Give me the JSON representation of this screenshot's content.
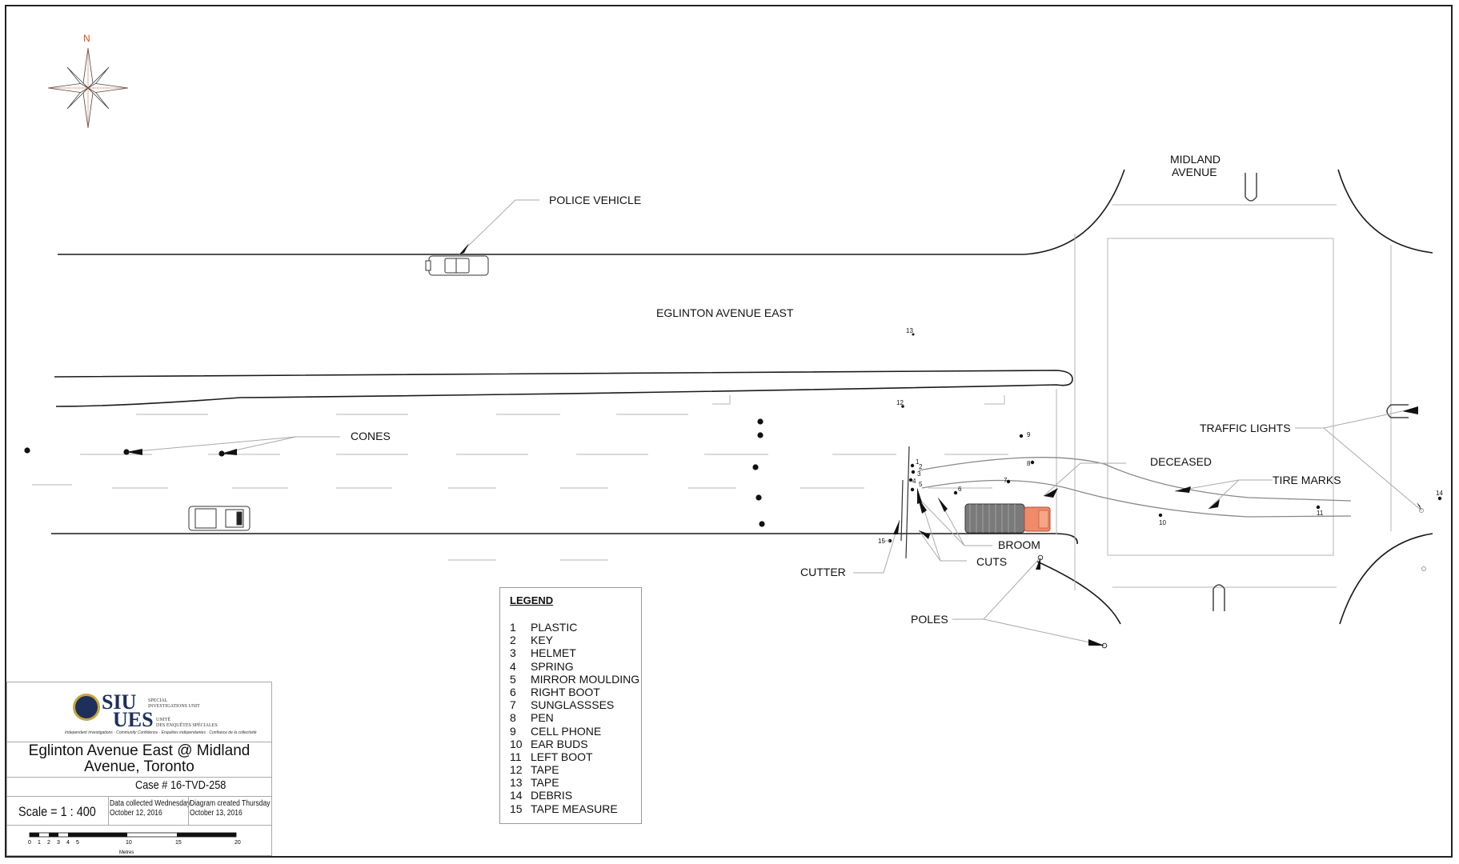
{
  "compass": {
    "north_label": "N"
  },
  "streets": {
    "main": "EGLINTON AVENUE EAST",
    "cross_line1": "MIDLAND",
    "cross_line2": "AVENUE"
  },
  "callouts": {
    "police_vehicle": "POLICE VEHICLE",
    "cones": "CONES",
    "deceased": "DECEASED",
    "tire_marks": "TIRE MARKS",
    "traffic_lights": "TRAFFIC LIGHTS",
    "broom": "BROOM",
    "cuts": "CUTS",
    "cutter": "CUTTER",
    "poles": "POLES"
  },
  "evidence_marks": {
    "m1": "1",
    "m2": "2",
    "m3": "3",
    "m4": "4",
    "m5": "5",
    "m6": "6",
    "m7": "7",
    "m8": "8",
    "m9": "9",
    "m10": "10",
    "m11": "11",
    "m12": "12",
    "m13": "13",
    "m14": "14",
    "m15": "15"
  },
  "legend": {
    "title": "LEGEND",
    "items": [
      {
        "num": "1",
        "label": "PLASTIC"
      },
      {
        "num": "2",
        "label": "KEY"
      },
      {
        "num": "3",
        "label": "HELMET"
      },
      {
        "num": "4",
        "label": "SPRING"
      },
      {
        "num": "5",
        "label": "MIRROR MOULDING"
      },
      {
        "num": "6",
        "label": "RIGHT BOOT"
      },
      {
        "num": "7",
        "label": "SUNGLASSSES"
      },
      {
        "num": "8",
        "label": "PEN"
      },
      {
        "num": "9",
        "label": "CELL PHONE"
      },
      {
        "num": "10",
        "label": "EAR BUDS"
      },
      {
        "num": "11",
        "label": "LEFT BOOT"
      },
      {
        "num": "12",
        "label": "TAPE"
      },
      {
        "num": "13",
        "label": "TAPE"
      },
      {
        "num": "14",
        "label": "DEBRIS"
      },
      {
        "num": "15",
        "label": "TAPE MEASURE"
      }
    ]
  },
  "title_block": {
    "logo": {
      "siu": "SIU",
      "ues": "UES",
      "en_name_line1": "SPECIAL",
      "en_name_line2": "INVESTIGATIONS UNIT",
      "fr_name_line1": "UNITÉ",
      "fr_name_line2": "DES ENQUÊTES SPÉCIALES",
      "tagline": "Independent Investigations · Community Confidence · Enquêtes indépendantes · Confiance de la collectivité"
    },
    "location_line1": "Eglinton Avenue East @ Midland",
    "location_line2": "Avenue, Toronto",
    "case": "Case # 16-TVD-258",
    "scale": "Scale =  1 : 400",
    "collected_line1": "Data collected Wednesday",
    "collected_line2": "October 12, 2016",
    "created_line1": "Diagram created Thursday",
    "created_line2": "October 13, 2016",
    "scalebar_ticks": [
      "0",
      "1",
      "2",
      "3",
      "4",
      "5",
      "10",
      "15",
      "20"
    ],
    "scalebar_unit": "Metres"
  },
  "colors": {
    "ink": "#111111",
    "road_line": "#1a1a1a",
    "faint_line": "#b5b5b5",
    "broom_body": "#7a7a7a",
    "broom_cab": "#f08a6a",
    "compass_accent": "#d9531e"
  }
}
